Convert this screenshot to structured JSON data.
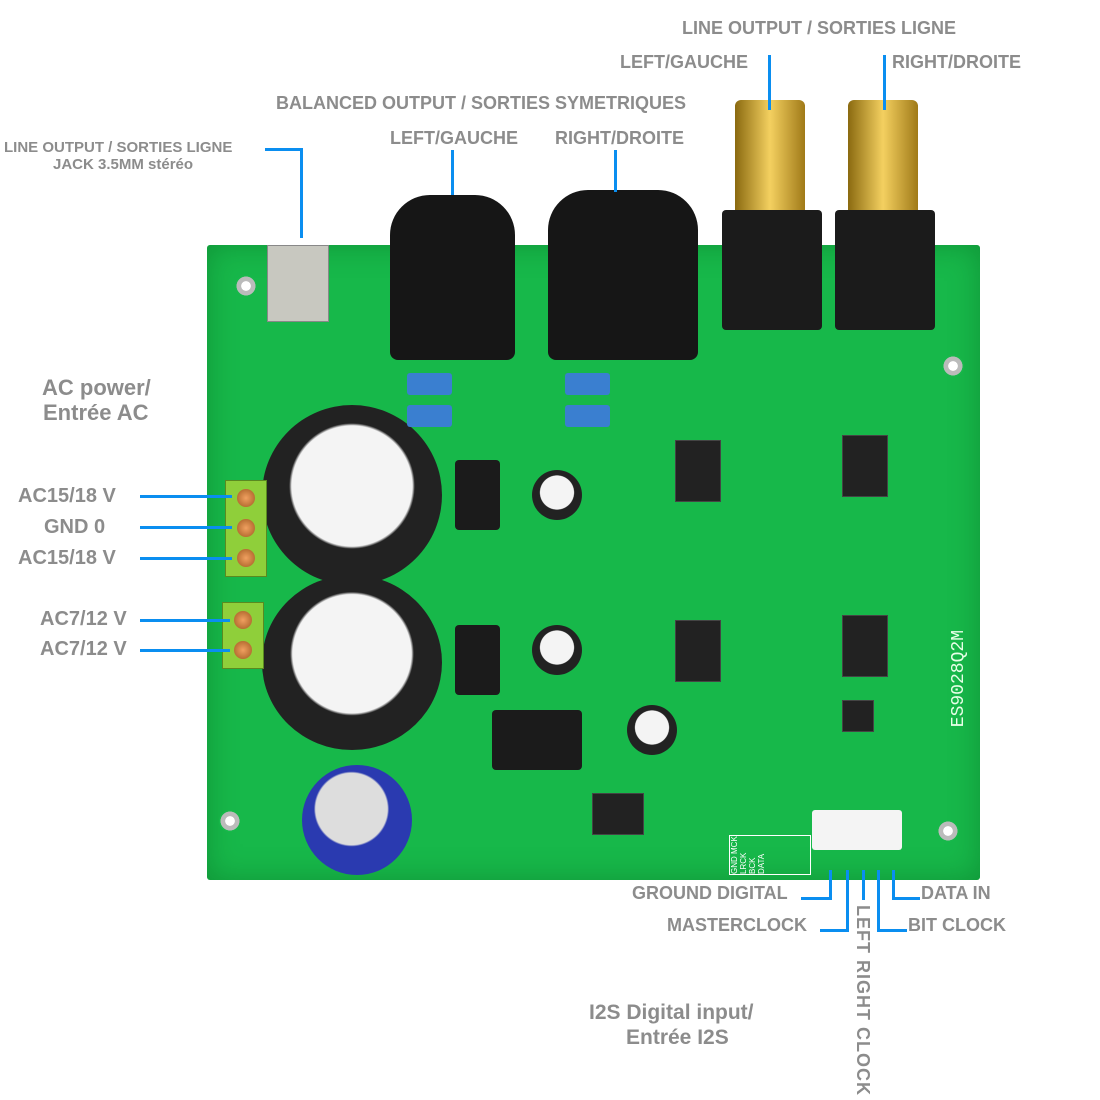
{
  "labels": {
    "line_output_top": "LINE OUTPUT / SORTIES LIGNE",
    "rca_left": "LEFT/GAUCHE",
    "rca_right": "RIGHT/DROITE",
    "balanced_output": "BALANCED OUTPUT / SORTIES  SYMETRIQUES",
    "xlr_left": "LEFT/GAUCHE",
    "xlr_right": "RIGHT/DROITE",
    "jack_line1": "LINE OUTPUT / SORTIES LIGNE",
    "jack_line2": "JACK 3.5MM stéréo",
    "ac_power_line1": "AC power/",
    "ac_power_line2": "Entrée AC",
    "ac15_a": "AC15/18 V",
    "gnd": "GND 0",
    "ac15_b": "AC15/18 V",
    "ac7_a": "AC7/12 V",
    "ac7_b": "AC7/12 V",
    "ground_digital": "GROUND DIGITAL",
    "masterclock": "MASTERCLOCK",
    "left_right_clock": "LEFT RIGHT CLOCK",
    "bit_clock": "BIT CLOCK",
    "data_in": "DATA IN",
    "i2s_line1": "I2S Digital input/",
    "i2s_line2": "Entrée I2S"
  },
  "board": {
    "model_silkscreen": "ES9028Q2M",
    "i2s_header_pins": "GND MCK LRCK BCK DATA"
  },
  "colors": {
    "leader_line": "#0a8ef0",
    "label_text": "#8c8c8c",
    "pcb": "#17b84a"
  }
}
